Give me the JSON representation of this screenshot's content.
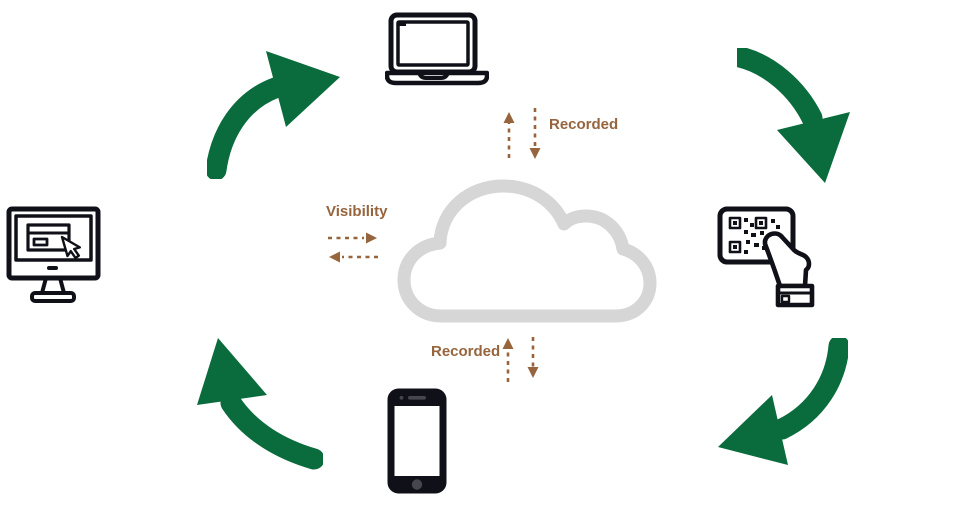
{
  "colors": {
    "green": "#0a6b3c",
    "brown": "#96653e",
    "icon_dark": "#101018",
    "cloud_gray": "#d6d6d6",
    "background": "#ffffff"
  },
  "labels": {
    "visibility": "Visibility",
    "recorded_top": "Recorded",
    "recorded_bottom": "Recorded"
  },
  "icons": {
    "laptop": "laptop-icon",
    "monitor": "desktop-monitor-with-cursor-icon",
    "qr_hand": "hand-holding-qr-card-icon",
    "phone": "smartphone-icon",
    "cloud": "cloud-icon",
    "green_arrow": "curved-flow-arrow-icon",
    "dashed_up": "dashed-arrow-up-icon",
    "dashed_down": "dashed-arrow-down-icon",
    "dashed_left": "dashed-arrow-left-icon",
    "dashed_right": "dashed-arrow-right-icon"
  },
  "flows": [
    {
      "from": "desktop-browser",
      "to": "laptop",
      "style": "green-curved-arrow"
    },
    {
      "from": "laptop",
      "to": "qr-card-hand",
      "style": "green-curved-arrow"
    },
    {
      "from": "qr-card-hand",
      "to": "smartphone",
      "style": "green-curved-arrow"
    },
    {
      "from": "smartphone",
      "to": "desktop-browser",
      "style": "green-curved-arrow"
    },
    {
      "between": [
        "laptop",
        "cloud"
      ],
      "label": "Recorded",
      "style": "dashed-two-way"
    },
    {
      "between": [
        "smartphone",
        "cloud"
      ],
      "label": "Recorded",
      "style": "dashed-two-way"
    },
    {
      "between": [
        "cloud",
        "desktop-browser"
      ],
      "label": "Visibility",
      "style": "dashed-two-way"
    }
  ]
}
